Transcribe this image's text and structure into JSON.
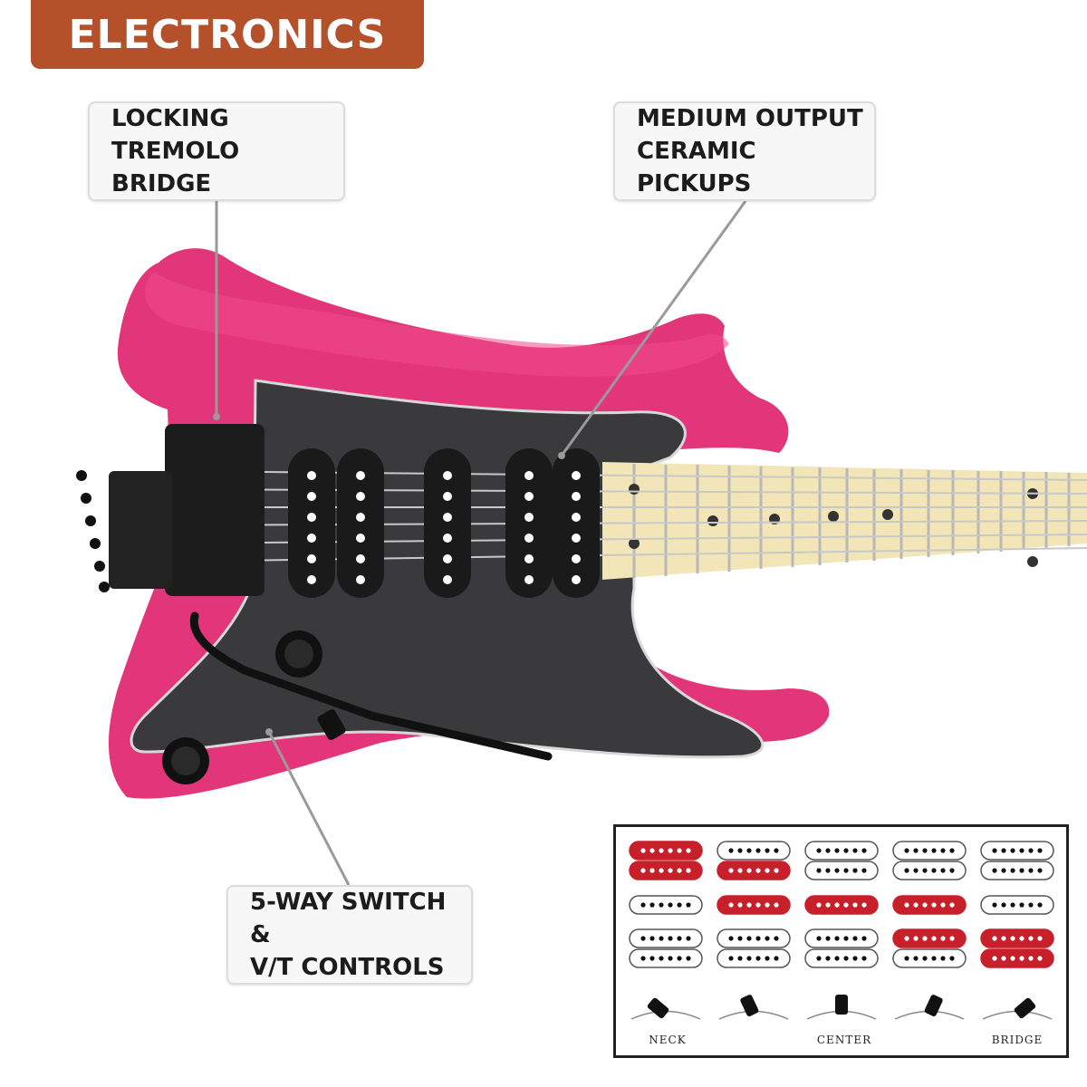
{
  "banner": {
    "title": "ELECTRONICS"
  },
  "callouts": {
    "bridge": {
      "line1": "LOCKING",
      "line2": "TREMOLO BRIDGE"
    },
    "pickups": {
      "line1": "MEDIUM OUTPUT",
      "line2": "CERAMIC PICKUPS"
    },
    "switch": {
      "line1": "5-WAY SWITCH &",
      "line2": "V/T CONTROLS"
    }
  },
  "switch_diagram": {
    "positions": [
      "NECK",
      "",
      "CENTER",
      "",
      "BRIDGE"
    ],
    "active_color": "#c8202a",
    "inactive_color": "#ffffff",
    "active": [
      {
        "neck": [
          true,
          true
        ],
        "middle": false,
        "bridge": [
          false,
          false
        ]
      },
      {
        "neck": [
          false,
          true
        ],
        "middle": true,
        "bridge": [
          false,
          false
        ]
      },
      {
        "neck": [
          false,
          false
        ],
        "middle": true,
        "bridge": [
          false,
          false
        ]
      },
      {
        "neck": [
          false,
          false
        ],
        "middle": true,
        "bridge": [
          true,
          false
        ]
      },
      {
        "neck": [
          false,
          false
        ],
        "middle": false,
        "bridge": [
          true,
          true
        ]
      }
    ]
  },
  "colors": {
    "banner": "#b4502a",
    "body": "#e2357a",
    "pickguard": "#3a3a3c",
    "neck": "#f2e6b8"
  },
  "icons": [
    "guitar-body",
    "humbucker-icon",
    "single-coil-icon",
    "toggle-switch-icon"
  ]
}
